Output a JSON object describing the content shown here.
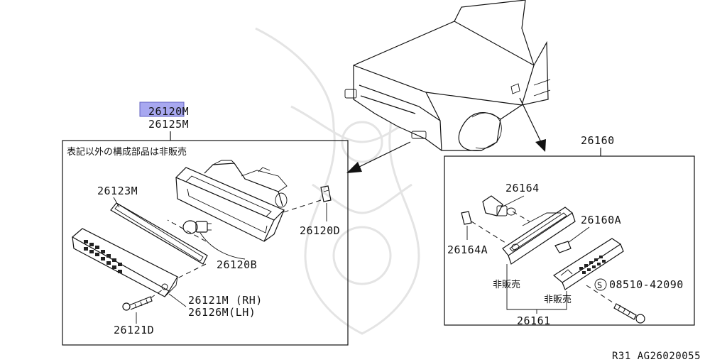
{
  "callouts": {
    "part_26120M": "26120M",
    "part_26125M": "26125M",
    "note_left_box": "表記以外の構成部品は非販売",
    "part_26123M": "26123M",
    "part_26120D": "26120D",
    "part_26120B": "26120B",
    "part_26121M_rh": "26121M (RH)",
    "part_26126M_lh": "26126M(LH)",
    "part_26121D": "26121D",
    "part_26160": "26160",
    "part_26164": "26164",
    "part_26160A": "26160A",
    "part_26164A": "26164A",
    "screw_symbol": "S",
    "part_08510_42090": "08510-42090",
    "not_sold_1": "非販売",
    "not_sold_2": "非販売",
    "part_26161": "26161"
  },
  "highlight": {
    "color": "#a8a8f0",
    "target": "26120M"
  },
  "footer": {
    "code": "R31  AG26020055"
  }
}
